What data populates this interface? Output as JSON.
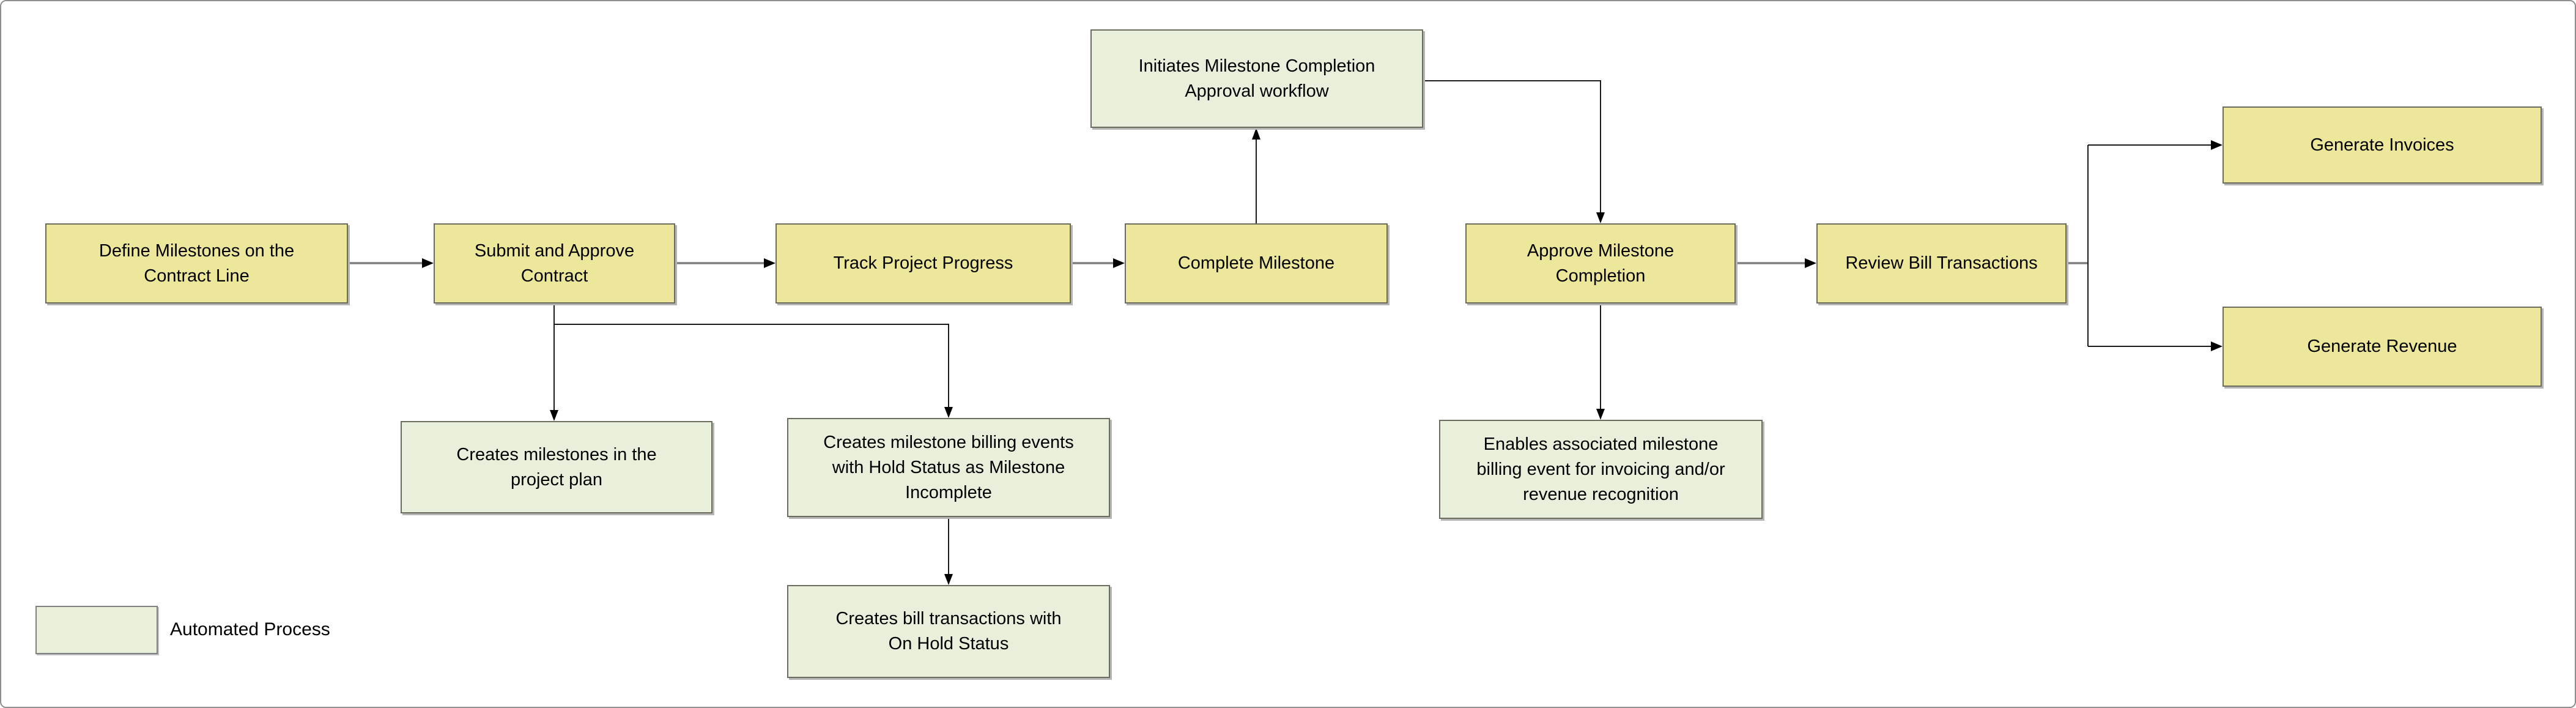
{
  "diagram": {
    "legend": {
      "label": "Automated Process",
      "swatch_type": "automated"
    },
    "colors": {
      "manual_fill": "#ECE79A",
      "automated_fill": "#E8F0DC",
      "box_border": "#6b6b5e",
      "box_shadow": "#b5b5b5",
      "main_connector": "#7f7f7f",
      "automation_connector": "#1a1a1a",
      "canvas_border": "#8f8f8f",
      "background": "#ffffff",
      "text": "#000000"
    },
    "nodes": {
      "define": {
        "type": "manual",
        "label": "Define Milestones on the\nContract Line"
      },
      "submit": {
        "type": "manual",
        "label": "Submit and Approve\nContract"
      },
      "track": {
        "type": "manual",
        "label": "Track Project Progress"
      },
      "complete": {
        "type": "manual",
        "label": "Complete Milestone"
      },
      "approve": {
        "type": "manual",
        "label": "Approve Milestone\nCompletion"
      },
      "review": {
        "type": "manual",
        "label": "Review Bill Transactions"
      },
      "invoices": {
        "type": "manual",
        "label": "Generate Invoices"
      },
      "revenue": {
        "type": "manual",
        "label": "Generate Revenue"
      },
      "initiates": {
        "type": "automated",
        "label": "Initiates Milestone Completion\nApproval workflow"
      },
      "milestones": {
        "type": "automated",
        "label": "Creates milestones in the\nproject plan"
      },
      "billing": {
        "type": "automated",
        "label": "Creates milestone billing events\nwith Hold Status as Milestone\nIncomplete"
      },
      "transactions": {
        "type": "automated",
        "label": "Creates bill transactions with\nOn Hold Status"
      },
      "enables": {
        "type": "automated",
        "label": "Enables associated milestone\nbilling event for invoicing and/or\nrevenue recognition"
      }
    },
    "connections": [
      {
        "from": "define",
        "to": "submit",
        "style": "main-flow"
      },
      {
        "from": "submit",
        "to": "track",
        "style": "main-flow"
      },
      {
        "from": "track",
        "to": "complete",
        "style": "main-flow"
      },
      {
        "from": "complete",
        "to": "initiates",
        "style": "automation"
      },
      {
        "from": "initiates",
        "to": "approve",
        "style": "automation"
      },
      {
        "from": "approve",
        "to": "review",
        "style": "main-flow"
      },
      {
        "from": "review",
        "to": "invoices",
        "style": "branch"
      },
      {
        "from": "review",
        "to": "revenue",
        "style": "branch"
      },
      {
        "from": "submit",
        "to": "milestones",
        "style": "automation"
      },
      {
        "from": "submit",
        "to": "billing",
        "style": "automation"
      },
      {
        "from": "billing",
        "to": "transactions",
        "style": "automation"
      },
      {
        "from": "approve",
        "to": "enables",
        "style": "automation"
      }
    ]
  }
}
